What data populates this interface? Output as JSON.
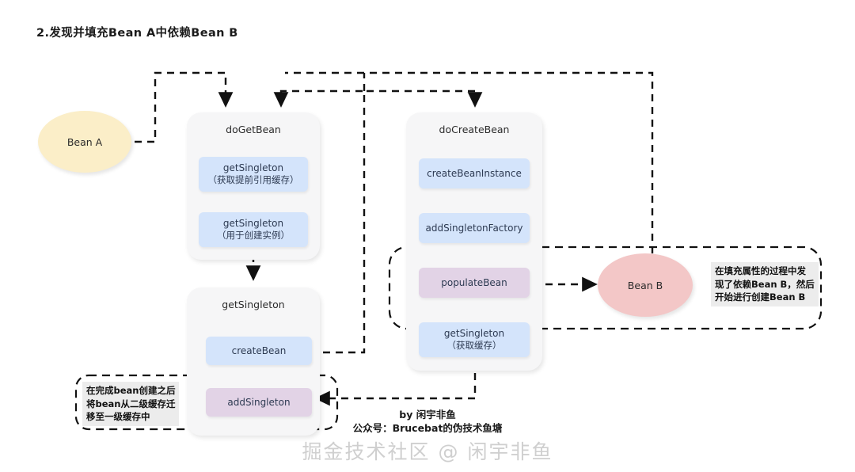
{
  "page": {
    "title": "2.发现并填充Bean A中依赖Bean B",
    "background": "#ffffff"
  },
  "colors": {
    "bean_a_fill": "#fbeec8",
    "bean_b_fill": "#f3c7c7",
    "card_fill": "#f6f6f7",
    "step_blue": "#d4e4fb",
    "step_purple": "#e2d3e6",
    "note_fill": "#ececec",
    "line": "#111111",
    "watermark": "#cfcfcf"
  },
  "nodes": {
    "bean_a": {
      "label": "Bean A"
    },
    "bean_b": {
      "label": "Bean B"
    }
  },
  "cards": [
    {
      "id": "doGetBean",
      "title": "doGetBean",
      "steps": [
        {
          "label": "getSingleton",
          "sub": "（获取提前引用缓存）",
          "color": "blue"
        },
        {
          "label": "getSingleton",
          "sub": "（用于创建实例）",
          "color": "blue"
        }
      ]
    },
    {
      "id": "getSingleton",
      "title": "getSingleton",
      "steps": [
        {
          "label": "createBean",
          "sub": "",
          "color": "blue"
        },
        {
          "label": "addSingleton",
          "sub": "",
          "color": "purple"
        }
      ]
    },
    {
      "id": "doCreateBean",
      "title": "doCreateBean",
      "steps": [
        {
          "label": "createBeanInstance",
          "sub": "",
          "color": "blue"
        },
        {
          "label": "addSingletonFactory",
          "sub": "",
          "color": "blue"
        },
        {
          "label": "populateBean",
          "sub": "",
          "color": "purple"
        },
        {
          "label": "getSingleton",
          "sub": "（获取缓存）",
          "color": "blue"
        }
      ]
    }
  ],
  "notes": {
    "left": "在完成bean创建之后\n将bean从二级缓存迁\n移至一级缓存中",
    "right": "在填充属性的过程中发\n现了依赖Bean B，然后\n开始进行创建Bean B"
  },
  "footer": {
    "author": "by 闲宇非鱼",
    "account": "公众号：Brucebat的伪技术鱼塘",
    "watermark": "掘金技术社区 @ 闲宇非鱼"
  }
}
